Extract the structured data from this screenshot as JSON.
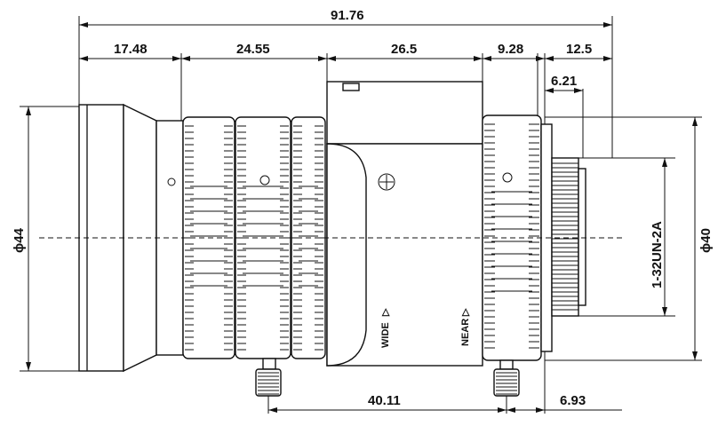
{
  "dimensions": {
    "overall_length": "91.76",
    "seg_front": "17.48",
    "seg_zoom": "24.55",
    "seg_body": "26.5",
    "seg_focus": "9.28",
    "seg_rear": "12.5",
    "flange_offset": "6.21",
    "screw_spacing": "40.11",
    "rear_offset": "6.93",
    "front_diameter": "ϕ44",
    "rear_diameter": "ϕ40",
    "mount_thread": "1-32UN-2A"
  },
  "labels": {
    "wide": "WIDE",
    "near": "NEAR",
    "arrow_symbol": "▷"
  }
}
